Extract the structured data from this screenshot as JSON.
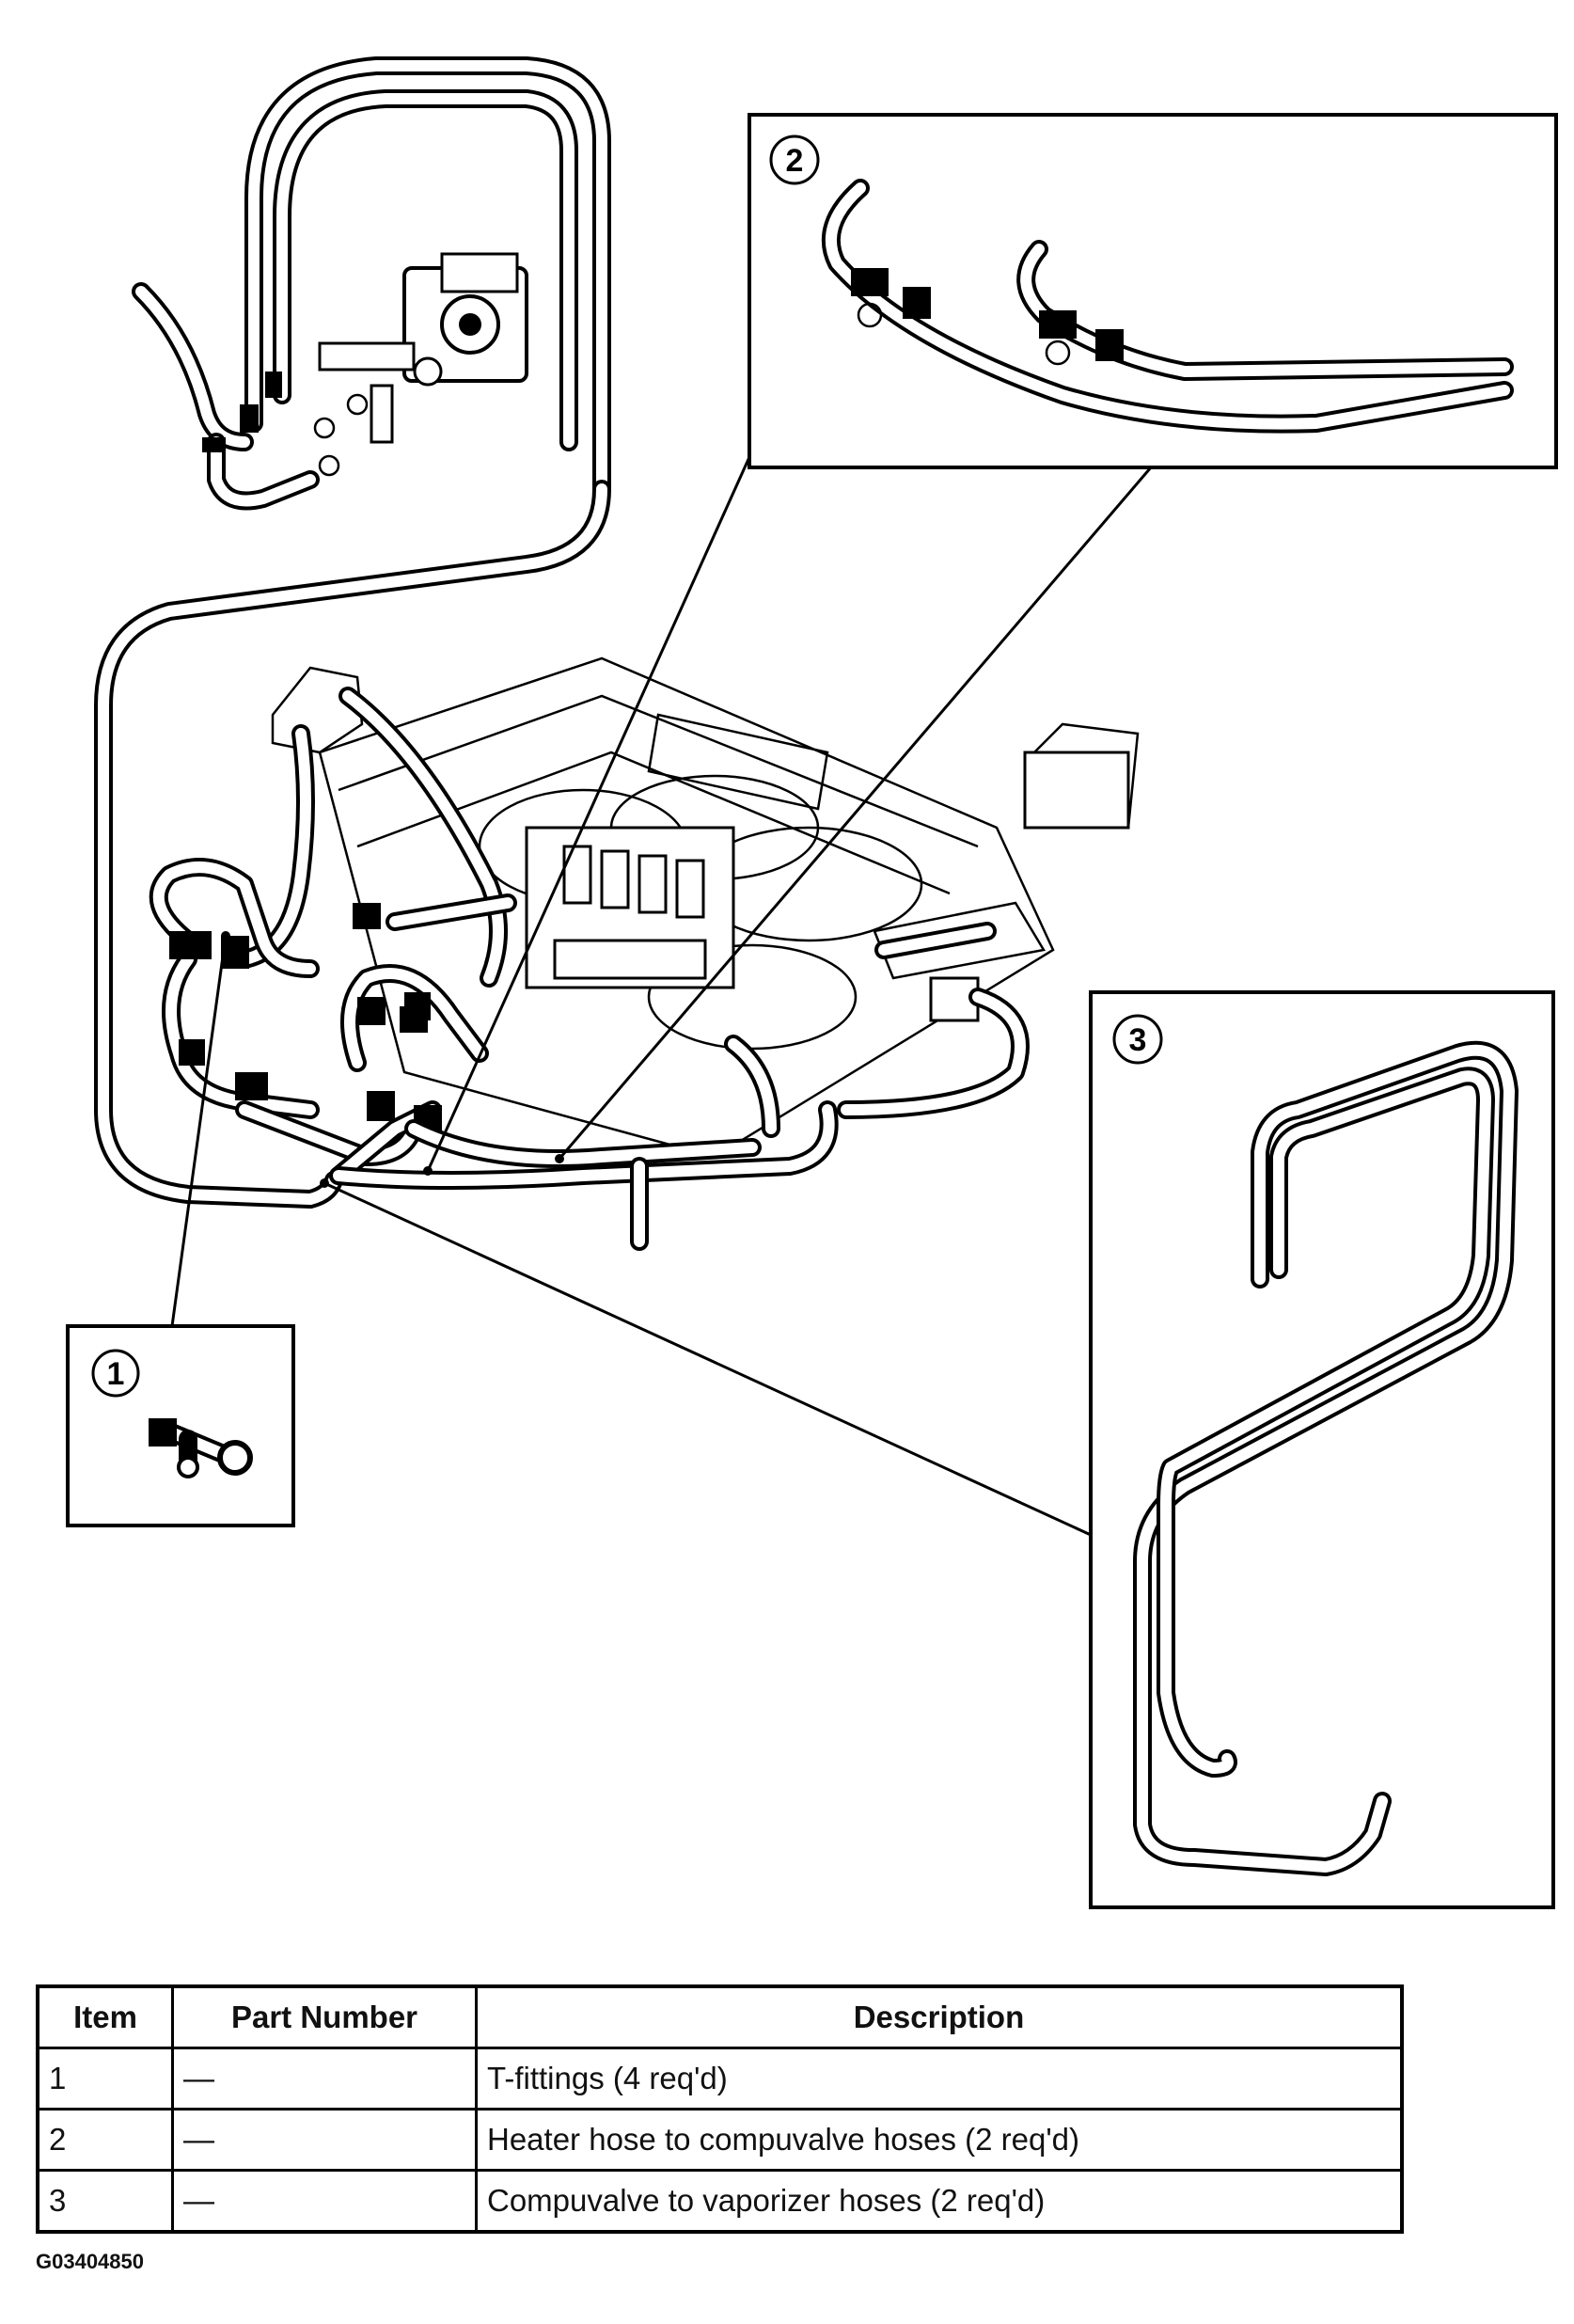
{
  "callouts": [
    {
      "number": "1"
    },
    {
      "number": "2"
    },
    {
      "number": "3"
    }
  ],
  "table": {
    "headers": {
      "item": "Item",
      "part_number": "Part Number",
      "description": "Description"
    },
    "rows": [
      {
        "item": "1",
        "part_number": "—",
        "description": "T-fittings (4 req'd)"
      },
      {
        "item": "2",
        "part_number": "—",
        "description": "Heater hose to compuvalve hoses (2 req'd)"
      },
      {
        "item": "3",
        "part_number": "—",
        "description": "Compuvalve to vaporizer hoses (2 req'd)"
      }
    ]
  },
  "figure_code": "G03404850"
}
